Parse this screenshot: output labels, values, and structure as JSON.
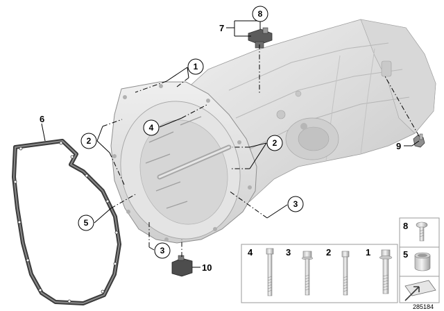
{
  "callouts": {
    "c1": "1",
    "c2a": "2",
    "c2b": "2",
    "c3a": "3",
    "c3b": "3",
    "c4": "4",
    "c5": "5",
    "c6": "6",
    "c7": "7",
    "c8": "8",
    "c9": "9",
    "c10": "10"
  },
  "legend": {
    "bolts": [
      {
        "num": "4"
      },
      {
        "num": "3"
      },
      {
        "num": "2"
      },
      {
        "num": "1"
      }
    ],
    "side": [
      {
        "num": "8"
      },
      {
        "num": "5"
      }
    ]
  },
  "reference_number": "285184"
}
